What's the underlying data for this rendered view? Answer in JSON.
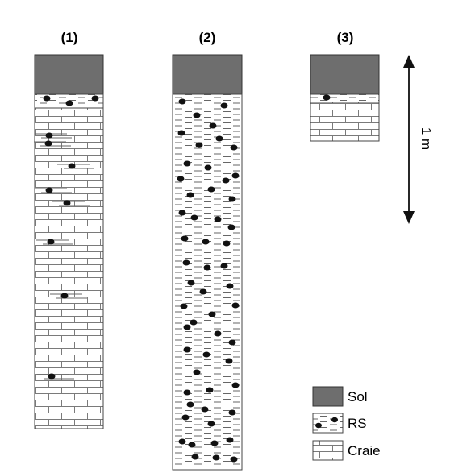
{
  "columns": [
    {
      "label": "(1)"
    },
    {
      "label": "(2)"
    },
    {
      "label": "(3)"
    }
  ],
  "scale_bar": {
    "label": "1 m"
  },
  "legend": [
    {
      "key": "sol",
      "label": "Sol"
    },
    {
      "key": "rs",
      "label": "RS"
    },
    {
      "key": "craie",
      "label": "Craie"
    }
  ],
  "colors": {
    "sol": "#6e6e6e",
    "ink": "#111111",
    "line": "#555555"
  }
}
